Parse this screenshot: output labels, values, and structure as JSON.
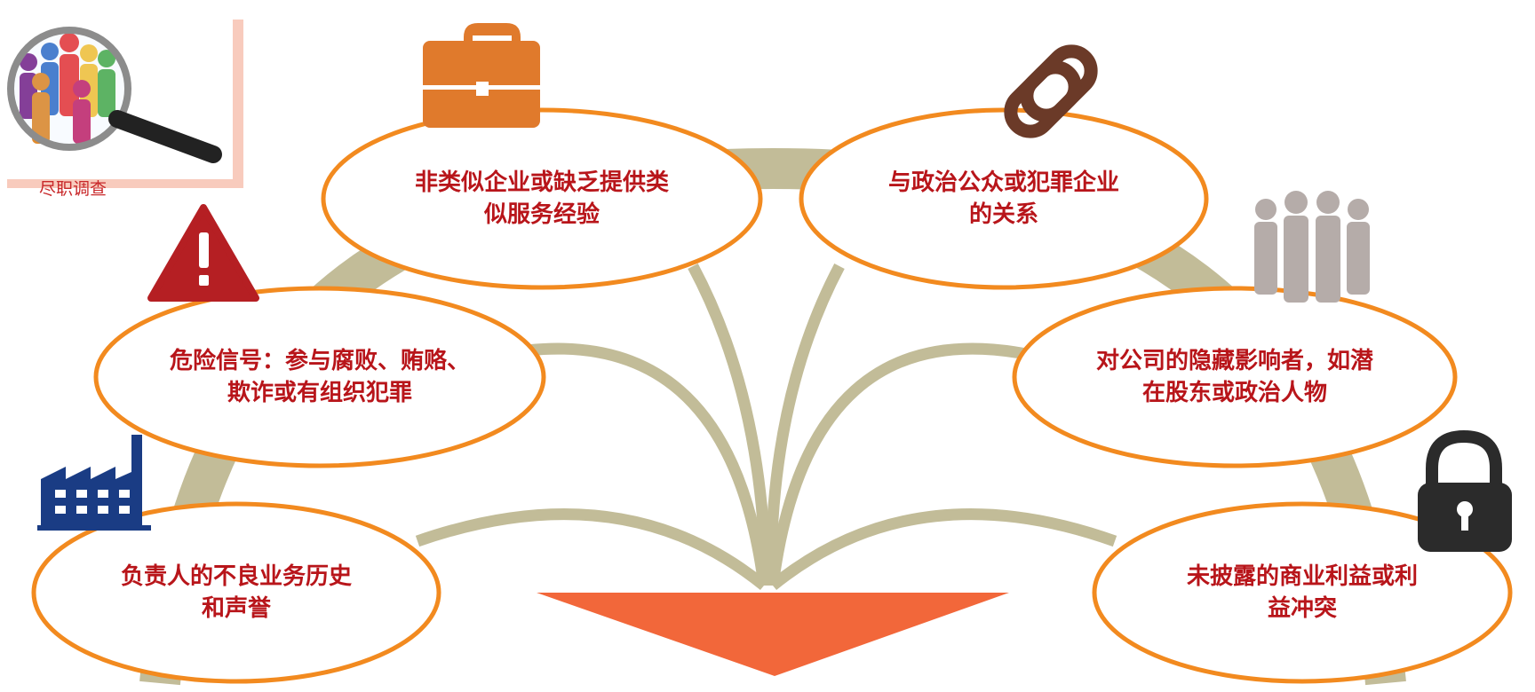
{
  "badge": {
    "label": "尽职调查",
    "icon": "magnifier-people-icon"
  },
  "nodes": [
    {
      "id": "inexperience",
      "lines": [
        "非类似企业或缺乏提供类",
        "似服务经验"
      ],
      "icon": "briefcase-icon"
    },
    {
      "id": "political",
      "lines": [
        "与政治公众或犯罪企业",
        "的关系"
      ],
      "icon": "chain-link-icon"
    },
    {
      "id": "redflag",
      "lines": [
        "危险信号：参与腐败、贿赂、",
        "欺诈或有组织犯罪"
      ],
      "icon": "warning-icon"
    },
    {
      "id": "hidden",
      "lines": [
        "对公司的隐藏影响者，如潜",
        "在股东或政治人物"
      ],
      "icon": "people-group-icon"
    },
    {
      "id": "history",
      "lines": [
        "负责人的不良业务历史",
        "和声誉"
      ],
      "icon": "factory-icon"
    },
    {
      "id": "conflict",
      "lines": [
        "未披露的商业利益或利",
        "益冲突"
      ],
      "icon": "padlock-icon"
    }
  ],
  "colors": {
    "ellipse_border": "#f28a1f",
    "text": "#b8151a",
    "arc": "#c2bc98",
    "funnel": "#f2673a",
    "briefcase": "#e07a2c",
    "chain": "#6b3a28",
    "warning": "#b51f23",
    "people": "#b5aca9",
    "factory": "#1a3c84",
    "padlock": "#2b2b2b"
  }
}
